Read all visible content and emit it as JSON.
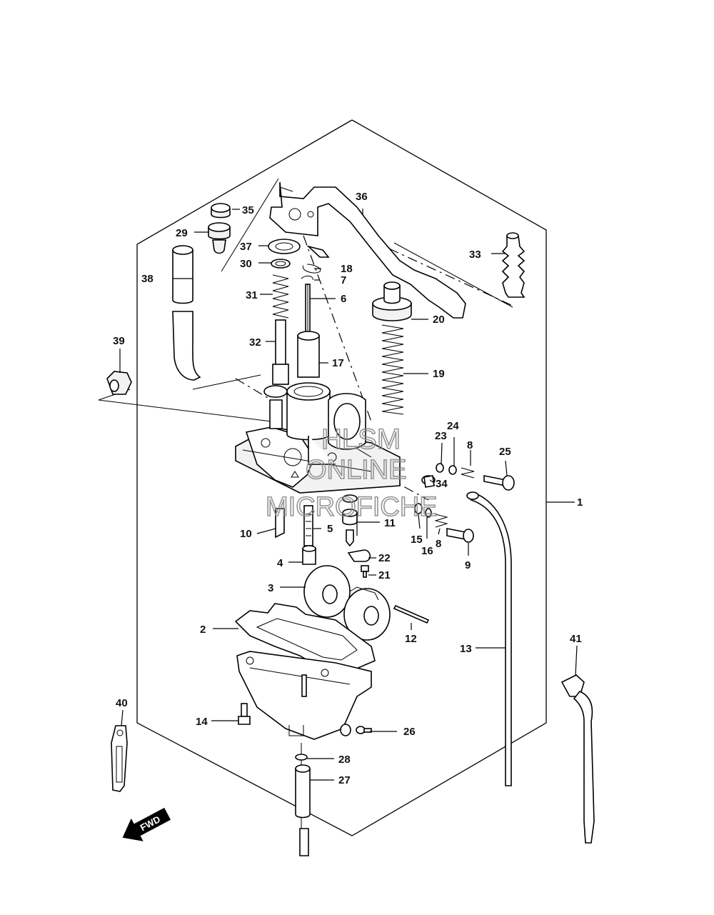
{
  "diagram": {
    "callouts": [
      {
        "id": "c1",
        "label": "1"
      },
      {
        "id": "c2",
        "label": "2"
      },
      {
        "id": "c3",
        "label": "3"
      },
      {
        "id": "c4",
        "label": "4"
      },
      {
        "id": "c5",
        "label": "5"
      },
      {
        "id": "c6",
        "label": "6"
      },
      {
        "id": "c7",
        "label": "7"
      },
      {
        "id": "c8a",
        "label": "8"
      },
      {
        "id": "c8b",
        "label": "8"
      },
      {
        "id": "c9",
        "label": "9"
      },
      {
        "id": "c10",
        "label": "10"
      },
      {
        "id": "c11",
        "label": "11"
      },
      {
        "id": "c12",
        "label": "12"
      },
      {
        "id": "c13",
        "label": "13"
      },
      {
        "id": "c14",
        "label": "14"
      },
      {
        "id": "c15",
        "label": "15"
      },
      {
        "id": "c16",
        "label": "16"
      },
      {
        "id": "c17",
        "label": "17"
      },
      {
        "id": "c18",
        "label": "18"
      },
      {
        "id": "c19",
        "label": "19"
      },
      {
        "id": "c20",
        "label": "20"
      },
      {
        "id": "c21",
        "label": "21"
      },
      {
        "id": "c22",
        "label": "22"
      },
      {
        "id": "c23",
        "label": "23"
      },
      {
        "id": "c24",
        "label": "24"
      },
      {
        "id": "c25",
        "label": "25"
      },
      {
        "id": "c26",
        "label": "26"
      },
      {
        "id": "c27",
        "label": "27"
      },
      {
        "id": "c28",
        "label": "28"
      },
      {
        "id": "c29",
        "label": "29"
      },
      {
        "id": "c30",
        "label": "30"
      },
      {
        "id": "c31",
        "label": "31"
      },
      {
        "id": "c32",
        "label": "32"
      },
      {
        "id": "c33",
        "label": "33"
      },
      {
        "id": "c34",
        "label": "34"
      },
      {
        "id": "c35",
        "label": "35"
      },
      {
        "id": "c36",
        "label": "36"
      },
      {
        "id": "c37",
        "label": "37"
      },
      {
        "id": "c38",
        "label": "38"
      },
      {
        "id": "c39",
        "label": "39"
      },
      {
        "id": "c40",
        "label": "40"
      },
      {
        "id": "c41",
        "label": "41"
      }
    ],
    "direction_arrow": "FWD",
    "watermark": {
      "line1": "HLSM",
      "line2": "ONLINE",
      "line3": "MICROFICHE"
    }
  }
}
